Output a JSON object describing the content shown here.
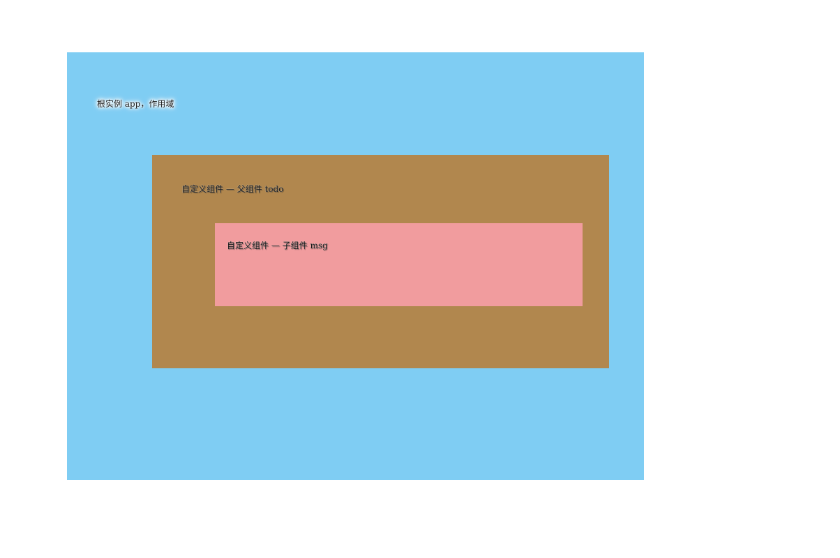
{
  "root": {
    "label": "根实例 app，作用域",
    "color": "#7fcdf3"
  },
  "parent_component": {
    "label": "自定义组件 — 父组件 todo",
    "color": "#b1874e"
  },
  "child_component": {
    "label": "自定义组件 — 子组件 msg",
    "color": "#f19c9e"
  }
}
